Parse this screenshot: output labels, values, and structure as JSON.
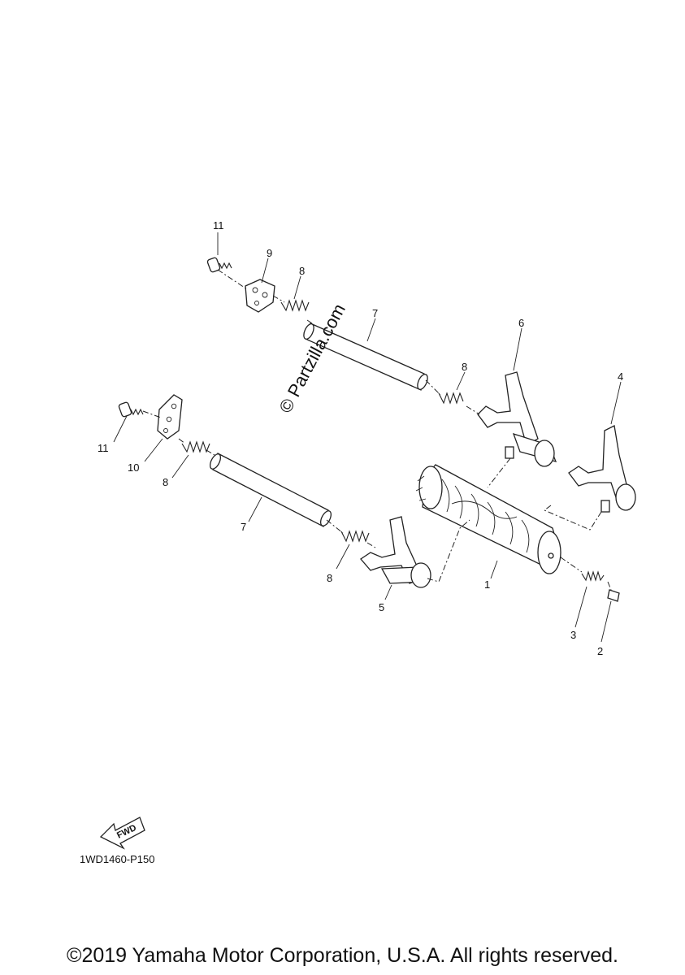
{
  "diagram": {
    "watermark": "© Partzilla.com",
    "fwd_label": "FWD",
    "diagram_code": "1WD1460-P150",
    "copyright": "©2019 Yamaha Motor Corporation, U.S.A. All rights reserved.",
    "callouts": [
      {
        "id": "c11a",
        "label": "11"
      },
      {
        "id": "c9",
        "label": "9"
      },
      {
        "id": "c8a",
        "label": "8"
      },
      {
        "id": "c7a",
        "label": "7"
      },
      {
        "id": "c6",
        "label": "6"
      },
      {
        "id": "c8b",
        "label": "8"
      },
      {
        "id": "c4",
        "label": "4"
      },
      {
        "id": "c11b",
        "label": "11"
      },
      {
        "id": "c10",
        "label": "10"
      },
      {
        "id": "c8c",
        "label": "8"
      },
      {
        "id": "c7b",
        "label": "7"
      },
      {
        "id": "c8d",
        "label": "8"
      },
      {
        "id": "c5",
        "label": "5"
      },
      {
        "id": "c1",
        "label": "1"
      },
      {
        "id": "c3",
        "label": "3"
      },
      {
        "id": "c2",
        "label": "2"
      }
    ]
  }
}
